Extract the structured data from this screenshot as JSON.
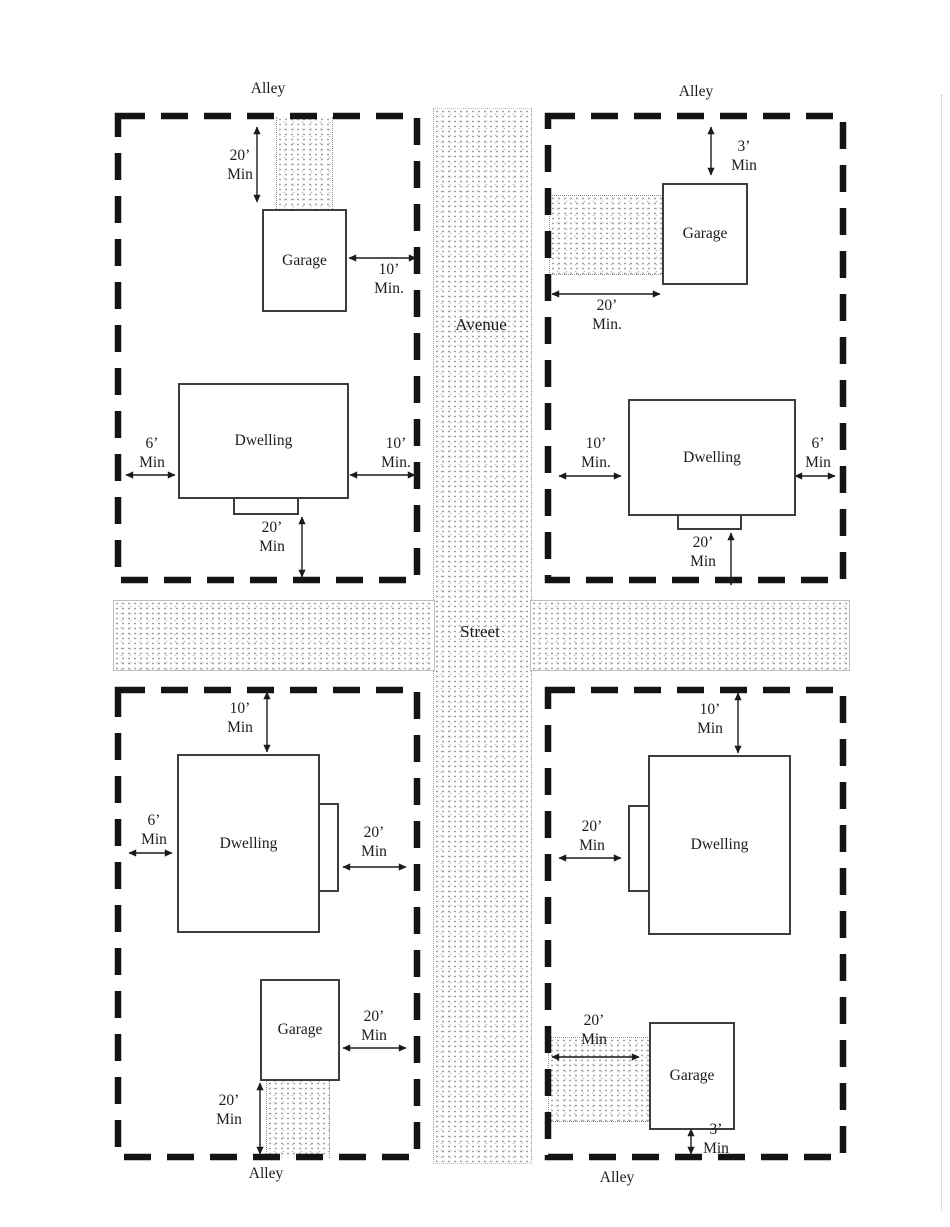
{
  "roads": {
    "avenue": "Avenue",
    "street": "Street"
  },
  "alleys": {
    "top_left": "Alley",
    "top_right": "Alley",
    "bottom_left": "Alley",
    "bottom_right": "Alley"
  },
  "lots": {
    "top_left": {
      "garage_label": "Garage",
      "dwelling_label": "Dwelling",
      "dims": {
        "garage_rear": {
          "line1": "20’",
          "line2": "Min"
        },
        "garage_side": {
          "line1": "10’",
          "line2": "Min."
        },
        "dwelling_left": {
          "line1": "6’",
          "line2": "Min"
        },
        "dwelling_right": {
          "line1": "10’",
          "line2": "Min."
        },
        "front": {
          "line1": "20’",
          "line2": "Min"
        }
      }
    },
    "top_right": {
      "garage_label": "Garage",
      "dwelling_label": "Dwelling",
      "dims": {
        "garage_rear": {
          "line1": "3’",
          "line2": "Min"
        },
        "driveway": {
          "line1": "20’",
          "line2": "Min."
        },
        "dwelling_left": {
          "line1": "10’",
          "line2": "Min."
        },
        "dwelling_right": {
          "line1": "6’",
          "line2": "Min"
        },
        "front": {
          "line1": "20’",
          "line2": "Min"
        }
      }
    },
    "bottom_left": {
      "garage_label": "Garage",
      "dwelling_label": "Dwelling",
      "dims": {
        "front": {
          "line1": "10’",
          "line2": "Min"
        },
        "dwelling_left": {
          "line1": "6’",
          "line2": "Min"
        },
        "dwelling_side": {
          "line1": "20’",
          "line2": "Min"
        },
        "garage_side": {
          "line1": "20’",
          "line2": "Min"
        },
        "garage_rear": {
          "line1": "20’",
          "line2": "Min"
        }
      }
    },
    "bottom_right": {
      "garage_label": "Garage",
      "dwelling_label": "Dwelling",
      "dims": {
        "front": {
          "line1": "10’",
          "line2": "Min"
        },
        "dwelling_side": {
          "line1": "20’",
          "line2": "Min"
        },
        "driveway": {
          "line1": "20’",
          "line2": "Min"
        },
        "garage_rear": {
          "line1": "3’",
          "line2": "Min"
        }
      }
    }
  },
  "colors": {
    "ink": "#1c1c1c",
    "lot_dash": "#141414",
    "building_border": "#3d3d3d",
    "stipple_dot": "#8f8f8f"
  }
}
